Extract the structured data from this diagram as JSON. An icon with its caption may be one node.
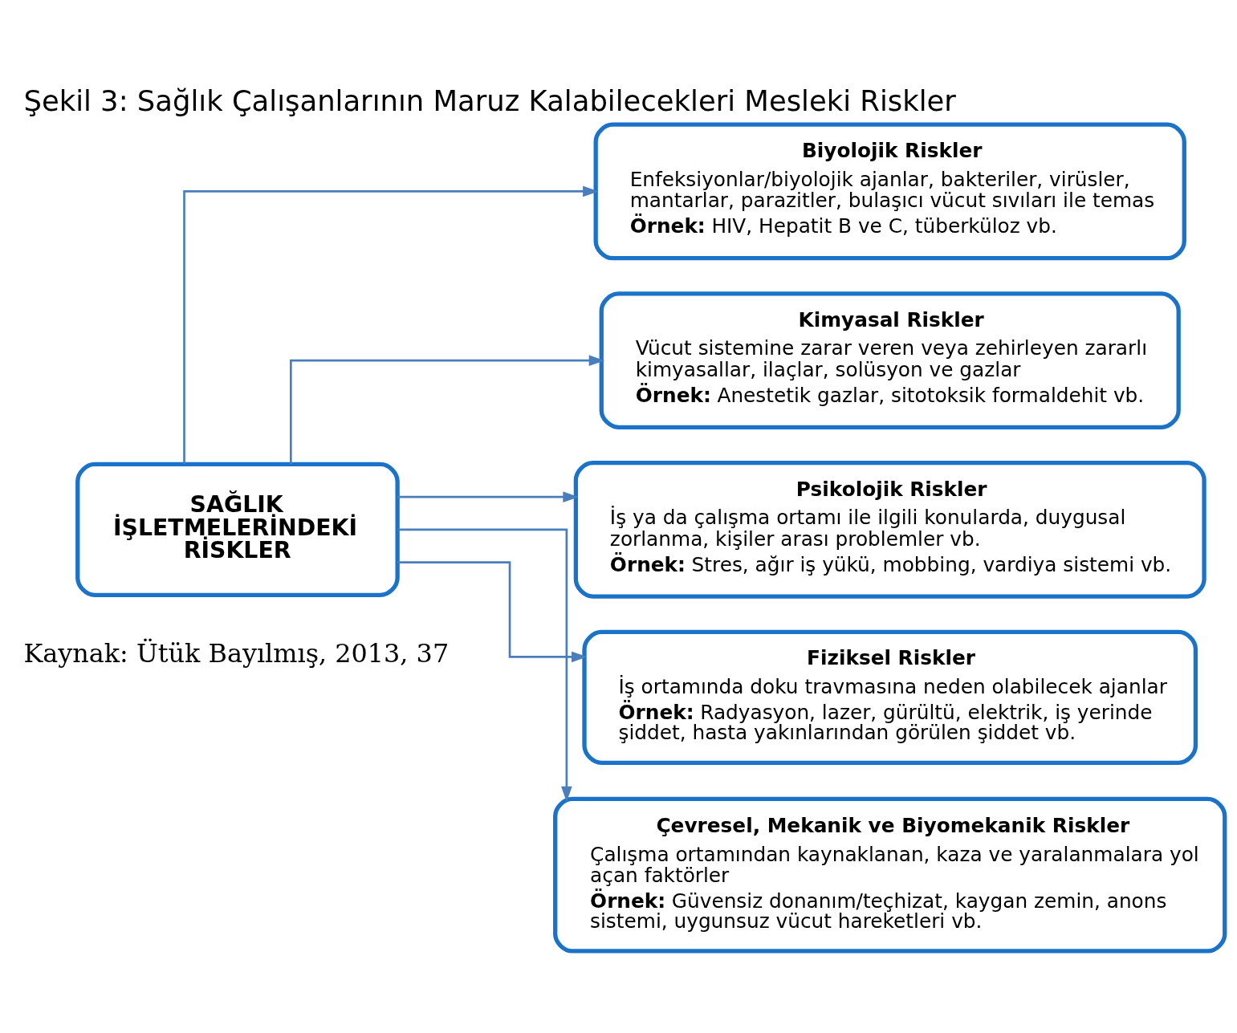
{
  "diagram": {
    "title": "Şekil 3: Sağlık Çalışanlarının Maruz Kalabilecekleri Mesleki Riskler",
    "caption": "Kaynak: Ütük Bayılmış, 2013, 37",
    "nodes": [
      {
        "text": [
          "SAĞLIK İŞLETMELERİNDEKİ RİSKLER"
        ]
      },
      {
        "text": [
          "Biyolojik Riskler",
          "Enfeksiyonlar/biyolojik ajanlar, bakteriler, virüsler, mantarlar, parazitler, bulaşıcı vücut sıvıları ile temas",
          "**Örnek:** HIV, Hepatit B ve C, tüberküloz vb."
        ]
      },
      {
        "text": [
          "Kimyasal Riskler",
          "Vücut sistemine zarar veren veya zehirleyen zararlı kimyasallar, ilaçlar, solüsyon ve gazlar",
          "**Örnek:** Anestetik gazlar, sitotoksik formaldehit vb."
        ]
      },
      {
        "text": [
          "Psikolojik Riskler",
          "İş ya da çalışma ortamı ile ilgili konularda, duygusal zorlanma, kişiler arası problemler vb.",
          "**Örnek:** Stres, ağır iş yükü, mobbing, vardiya sistemi vb."
        ]
      },
      {
        "text": [
          "Fiziksel Riskler",
          "İş ortamında doku travmasına neden olabilecek ajanlar",
          "**Örnek:** Radyasyon, lazer, gürültü, elektrik, iş yerinde şiddet, hasta yakınlarından görülen şiddet vb."
        ]
      },
      {
        "text": [
          "Çevresel, Mekanik ve Biyomekanik Riskler",
          "Çalışma ortamından kaynaklanan, kaza ve yaralanmalara yol açan faktörler",
          "**Örnek:** Güvensiz donanım/teçhizat, kaygan zemin, anons sistemi, uygunsuz vücut hareketleri vb."
        ]
      }
    ],
    "edges": [
      {
        "from": 0,
        "to": 1,
        "arrow": "to"
      },
      {
        "from": 0,
        "to": 2,
        "arrow": "to"
      },
      {
        "from": 0,
        "to": 3,
        "arrow": "to"
      },
      {
        "from": 0,
        "to": 4,
        "arrow": "to"
      },
      {
        "from": 0,
        "to": 5,
        "arrow": "to"
      }
    ]
  }
}
